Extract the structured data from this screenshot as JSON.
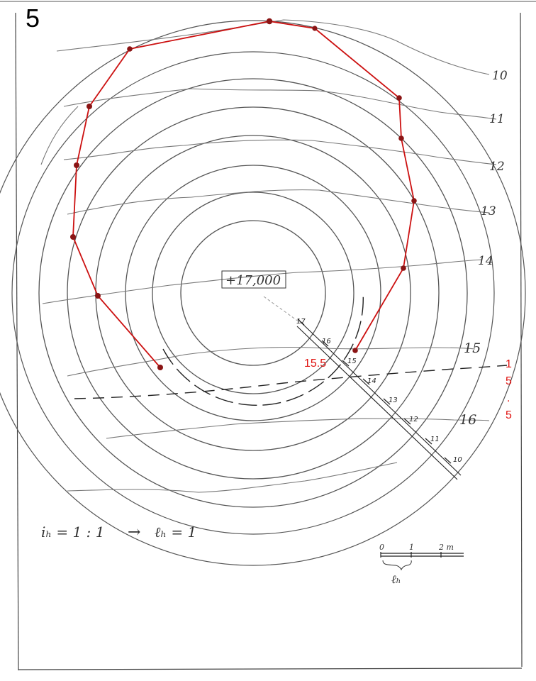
{
  "page_number": "5",
  "top_label": "+17,000",
  "contour_labels": [
    "10",
    "11",
    "12",
    "13",
    "14",
    "15",
    "16"
  ],
  "profile_ticks": [
    "17",
    "16",
    "15",
    "14",
    "13",
    "12",
    "11",
    "10"
  ],
  "red_label_left": "15.5",
  "red_label_right": [
    "1",
    "5",
    ".",
    "5"
  ],
  "formula": {
    "left": "iₕ = 1 : 1",
    "arrow": "→",
    "right": "ℓₕ = 1"
  },
  "scale_bar": {
    "ticks": [
      "0",
      "1",
      "2 m"
    ],
    "brace_label": "ℓₕ"
  },
  "colors": {
    "outline_red": "#cc1111",
    "label_red": "#e0120f",
    "pencil": "#444444",
    "contour": "#666666"
  }
}
